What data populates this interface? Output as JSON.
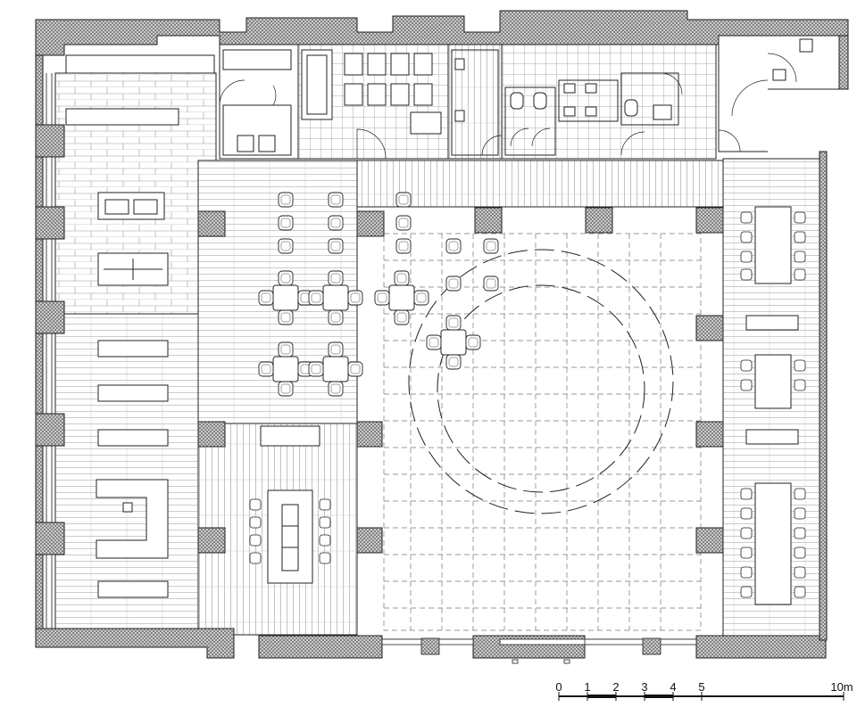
{
  "scale_bar": {
    "labels": [
      "0",
      "1",
      "2",
      "3",
      "4",
      "5",
      "10m"
    ]
  },
  "colors": {
    "line": "#222222",
    "fine_line": "#666666",
    "wall_fill": "#d9d9d9",
    "background": "#ffffff"
  },
  "icons": {
    "wall_hatch": "crosshatch-pattern",
    "wood_floor": "plank-pattern",
    "chair": "rounded-square-glyph"
  }
}
